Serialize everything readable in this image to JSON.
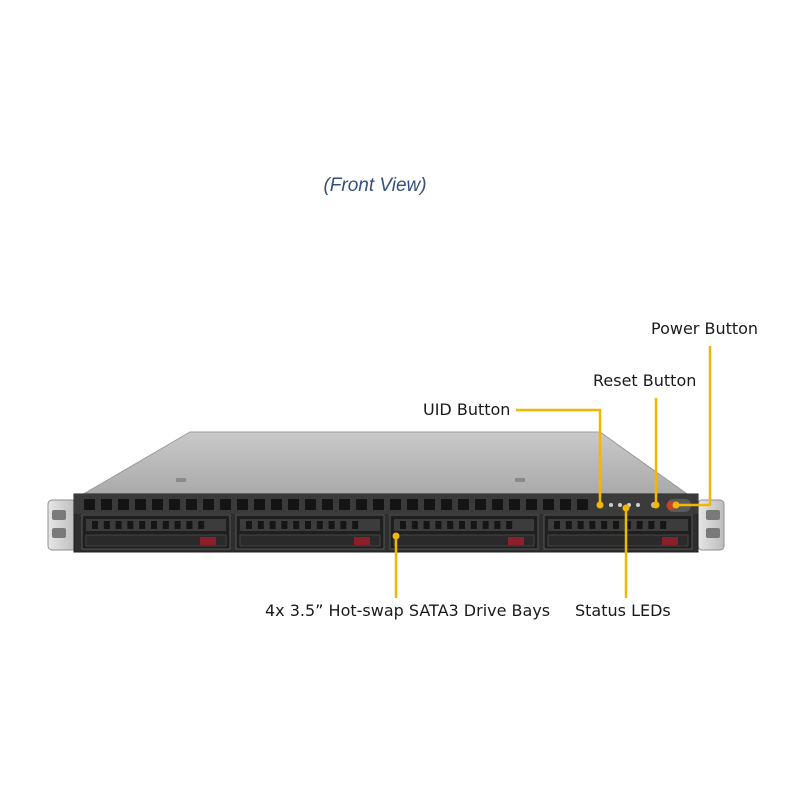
{
  "title": "(Front View)",
  "callouts": {
    "power_button": "Power Button",
    "reset_button": "Reset Button",
    "uid_button": "UID Button",
    "drive_bays": "4x 3.5” Hot-swap SATA3 Drive Bays",
    "status_leds": "Status LEDs"
  },
  "colors": {
    "callout_line": "#f2b705",
    "title": "#34507a",
    "chassis_top": "#bdbdbd",
    "front_panel": "#2b2b2b",
    "drive_handle": "#8c1f2a",
    "power_button": "#c8402a"
  },
  "drive_bay_count": 4
}
